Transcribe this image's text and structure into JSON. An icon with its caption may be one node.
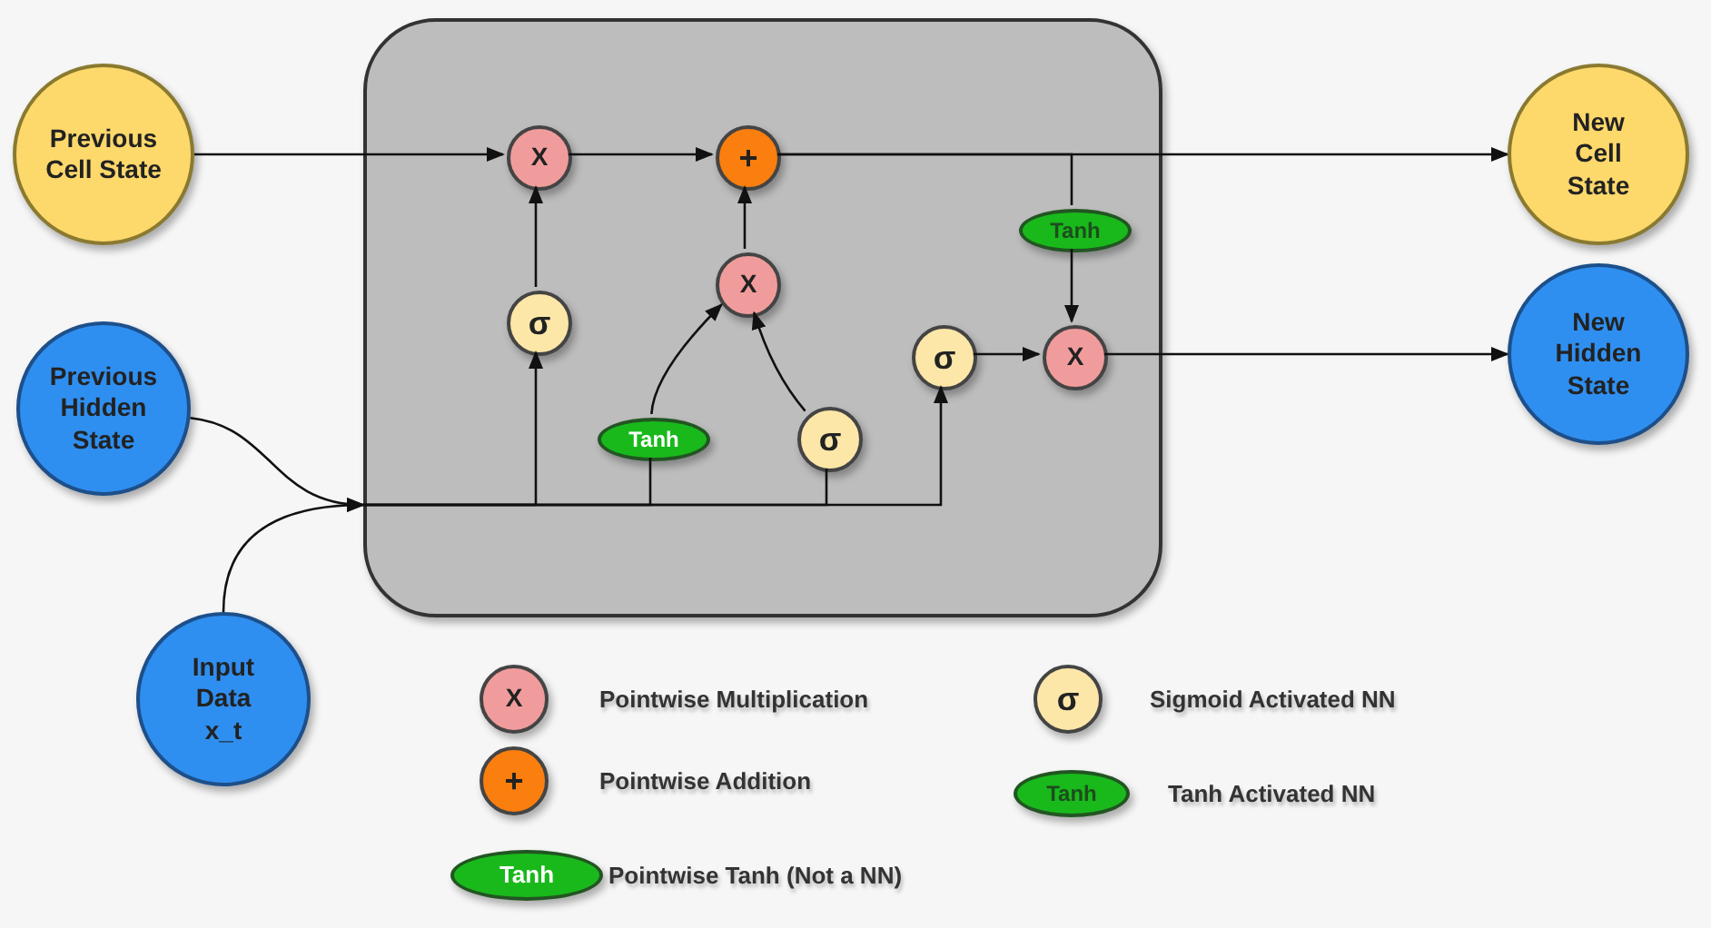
{
  "diagram": {
    "nodes": [
      {
        "text": [
          "Previous Cell State"
        ]
      },
      {
        "text": [
          "Previous Hidden State"
        ]
      },
      {
        "text": [
          "Input Data x_t"
        ]
      },
      {
        "text": [],
        "shape": "box"
      },
      {
        "text": [
          "X"
        ],
        "in": 3
      },
      {
        "text": [
          "+"
        ],
        "in": 3
      },
      {
        "text": [
          "σ"
        ],
        "in": 3
      },
      {
        "text": [
          "X"
        ],
        "in": 3
      },
      {
        "text": [
          "Tanh"
        ],
        "in": 3
      },
      {
        "text": [
          "σ"
        ],
        "in": 3
      },
      {
        "text": [
          "σ"
        ],
        "in": 3
      },
      {
        "text": [
          "X"
        ],
        "in": 3
      },
      {
        "text": [
          "Tanh"
        ],
        "in": 3
      },
      {
        "text": [
          "New Cell State"
        ]
      },
      {
        "text": [
          "New Hidden State"
        ]
      },
      {
        "text": [
          "X"
        ],
        "beside": [
          "Pointwise Multiplication"
        ]
      },
      {
        "text": [
          "σ"
        ],
        "beside": [
          "Sigmoid Activated NN"
        ]
      },
      {
        "text": [
          "+"
        ],
        "beside": [
          "Pointwise Addition"
        ]
      },
      {
        "text": [
          "Tanh"
        ],
        "beside": [
          "Tanh Activated NN"
        ]
      },
      {
        "text": [
          "Tanh"
        ],
        "beside": [
          "Pointwise Tanh (Not a NN)"
        ]
      }
    ],
    "edges": [
      {
        "from": 0,
        "to": 4,
        "arrow": "to"
      },
      {
        "from": 4,
        "to": 5,
        "arrow": "to"
      },
      {
        "from": 5,
        "to": 13,
        "arrow": "to"
      },
      {
        "from": 5,
        "to": 12,
        "arrow": "none"
      },
      {
        "from": 12,
        "to": 11,
        "arrow": "to"
      },
      {
        "from": 11,
        "to": 14,
        "arrow": "to"
      },
      {
        "from": 6,
        "to": 4,
        "arrow": "to"
      },
      {
        "from": 7,
        "to": 5,
        "arrow": "to"
      },
      {
        "from": 8,
        "to": 7,
        "arrow": "to"
      },
      {
        "from": 9,
        "to": 7,
        "arrow": "to"
      },
      {
        "from": 10,
        "to": 11,
        "arrow": "to"
      },
      {
        "from": 1,
        "to": 3,
        "arrow": "to"
      },
      {
        "from": 2,
        "to": 3,
        "arrow": "to"
      },
      {
        "from": null,
        "to": 6,
        "arrow": "to"
      },
      {
        "from": null,
        "to": 8,
        "arrow": "none"
      },
      {
        "from": null,
        "to": 9,
        "arrow": "none"
      },
      {
        "from": null,
        "to": 10,
        "arrow": "to"
      }
    ]
  }
}
